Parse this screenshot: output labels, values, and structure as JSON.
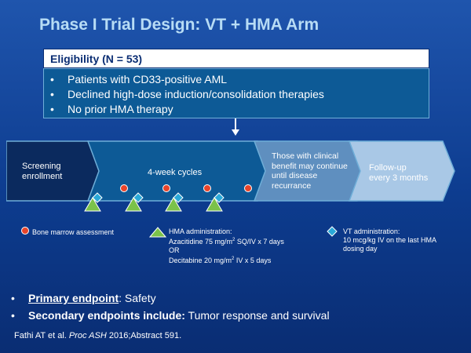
{
  "title": "Phase I Trial Design: VT + HMA Arm",
  "eligibility": {
    "header": "Eligibility (N = 53)",
    "items": [
      "Patients with CD33-positive AML",
      "Declined high-dose induction/consolidation therapies",
      "No prior HMA therapy"
    ]
  },
  "flow": {
    "screening": [
      "Screening",
      "enrollment"
    ],
    "cycles": "4-week cycles",
    "benefit": [
      "Those with clinical",
      "benefit may continue",
      "until disease",
      "recurrance"
    ],
    "followup": [
      "Follow-up",
      "every 3 months"
    ]
  },
  "legend": {
    "bone_marrow": "Bone marrow assessment",
    "hma": {
      "title": "HMA administration:",
      "line1_pre": "Azacitidine 75 mg/m",
      "line1_sup": "2",
      "line1_post": " SQ/IV x 7 days",
      "or": "OR",
      "line2_pre": "Decitabine 20 mg/m",
      "line2_sup": "2",
      "line2_post": " IV x 5 days"
    },
    "vt": {
      "title": "VT administration:",
      "line1": "10 mcg/kg IV on the last HMA",
      "line2": "dosing day"
    }
  },
  "endpoints": {
    "primary_label": "Primary endpoint",
    "primary_value": ": Safety",
    "secondary_label": "Secondary endpoints include:",
    "secondary_value": " Tumor response and survival"
  },
  "citation": {
    "author": "Fathi AT et al. ",
    "journal": "Proc ASH",
    "rest": " 2016;Abstract 591."
  },
  "colors": {
    "title": "#b7dcf5",
    "screening_box": "#0b2a5e",
    "cycles_box": "#0d5a96",
    "benefit_box": "#5f8fbf",
    "followup_box": "#a9c8e6",
    "bone_marrow_dot": "#e8442a",
    "hma_triangle": "#7bc24a",
    "vt_diamond": "#2aa9d8"
  }
}
